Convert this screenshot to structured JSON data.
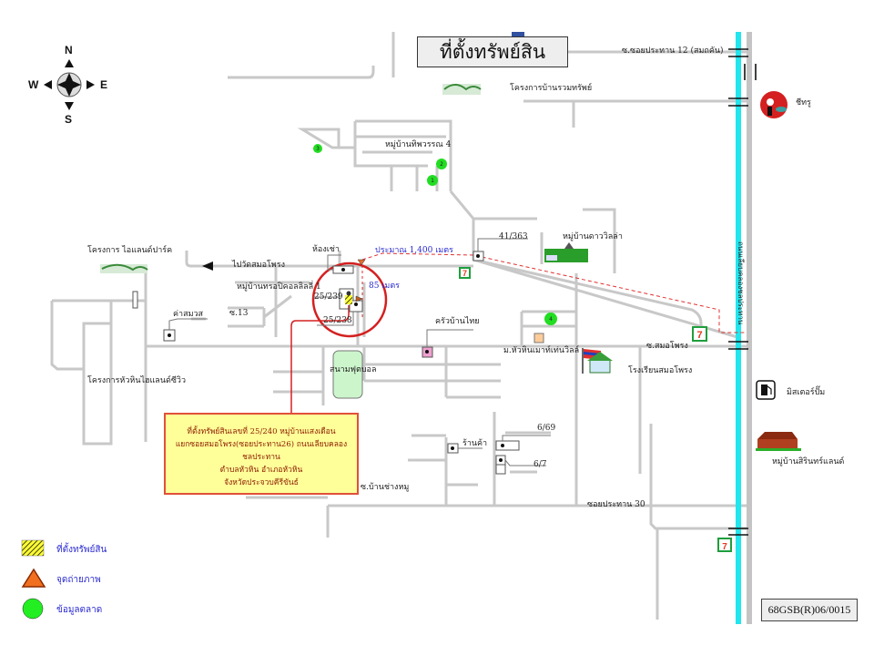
{
  "title": "ที่ตั้งทรัพย์สิน",
  "compass": {
    "n": "N",
    "s": "S",
    "e": "E",
    "w": "W"
  },
  "labels": {
    "soi_12": "ซ.ซอยประทาน 12 (สมถคัน)",
    "ban_ruam_sap": "โครงการบ้านรวมทรัพย์",
    "chip_thu": "ชีทรู",
    "ban_thip_wan": "หมู่บ้านทิพวรรณ 4",
    "island_park": "โครงการ ไอแลนด์ปาร์ค",
    "to_wat": "ไปวัดสมอโพรง",
    "hong_chao": "ห้องเช่า",
    "distance_long": "ประมาณ 1,400 เมตร",
    "distance_short": "85 เมตร",
    "ban_sap_rich": "หมู่บ้านทรอปิคอลลิลลี่ 1",
    "house_239": "25/239",
    "house_238": "25/238",
    "soi_13": "ซ.13",
    "massage": "ค่าสมวส",
    "addr_41": "41/363",
    "ban_daow": "หมู่บ้านดาววิลล่า",
    "krua_thai": "ครัวบ้านไทย",
    "hua_hin_mountain": "ม.หัวหินเมาท์เท่นวิลล์",
    "soi_samo": "ซ.สมอโพรง",
    "school": "โรงเรียนสมอโพรง",
    "mistercup": "มิสเตอร์ปั๊ม",
    "hua_hin_view": "โครงการหัวหินไฮแลนด์ซีวิว",
    "stadium": "สนามฟุตบอล",
    "road_vertical": "ถนนเลียบคลองชลประทาน",
    "shop": "ร้านค้า",
    "addr_669": "6/69",
    "addr_67": "6/7",
    "ban_chang": "ซ.บ้านช่างหมู",
    "soi_30": "ซอยประทาน 30",
    "ban_siri": "หมู่บ้านสิรินทร์แลนด์"
  },
  "market_points": [
    "1",
    "2",
    "3",
    "4"
  ],
  "info_box": {
    "line1": "ที่ตั้งทรัพย์สินเลขที่ 25/240 หมู่บ้านแสงเดือน",
    "line2": "แยกซอยสมอโพรง(ซอยประทาน26) ถนนเลียบคลองชลประทาน",
    "line3": "ตำบลหัวหิน อำเภอหัวหิน",
    "line4": "จังหวัดประจวบคีรีขันธ์"
  },
  "legend": [
    {
      "icon": "property-hatch",
      "label": "ที่ตั้งทรัพย์สิน"
    },
    {
      "icon": "photo-point-triangle",
      "label": "จุดถ่ายภาพ"
    },
    {
      "icon": "market-data-circle",
      "label": "ข้อมูลตลาด"
    }
  ],
  "reference_code": "68GSB(R)06/0015",
  "colors": {
    "road": "#c8c8c8",
    "canal": "#22e5ee",
    "marker_ring": "#d42020",
    "market": "#22dd22",
    "info_bg": "#ffff99"
  }
}
